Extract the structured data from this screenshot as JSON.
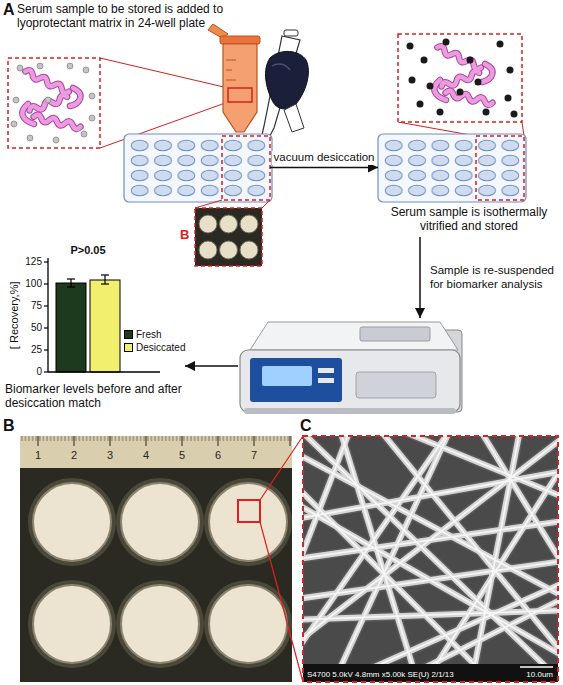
{
  "diagram": {
    "nodes": [
      {
        "text": [
          "Serum sample to be stored is added to lyoprotectant matrix in 24-well plate"
        ]
      },
      {
        "text": [
          "Serum sample is isothermally vitrified and stored"
        ]
      },
      {
        "text": []
      },
      {
        "text": [
          "Biomarker levels before and after desiccation match"
        ]
      }
    ],
    "edges": [
      {
        "from": 0,
        "to": 1,
        "arrow": "to",
        "label": "vacuum desiccation"
      },
      {
        "from": 1,
        "to": 2,
        "arrow": "to",
        "label": "Sample is re-suspended for biomarker analysis"
      },
      {
        "from": 2,
        "to": 3,
        "arrow": "to"
      }
    ],
    "labels": [
      "A",
      "B",
      "B",
      "C",
      "P>0.05",
      "[ Recovery,%]",
      "0",
      "25",
      "50",
      "75",
      "100",
      "125",
      "1",
      "2",
      "3",
      "4",
      "5",
      "6",
      "7",
      "S4700 5.0kV 4.8mm x5.00k SE(U) 2/1/13",
      "10.0um"
    ],
    "legend": [
      {
        "text": "Fresh",
        "color": "#1e3a1e"
      },
      {
        "text": "Desiccated",
        "color": "#f2ef6e"
      }
    ]
  }
}
